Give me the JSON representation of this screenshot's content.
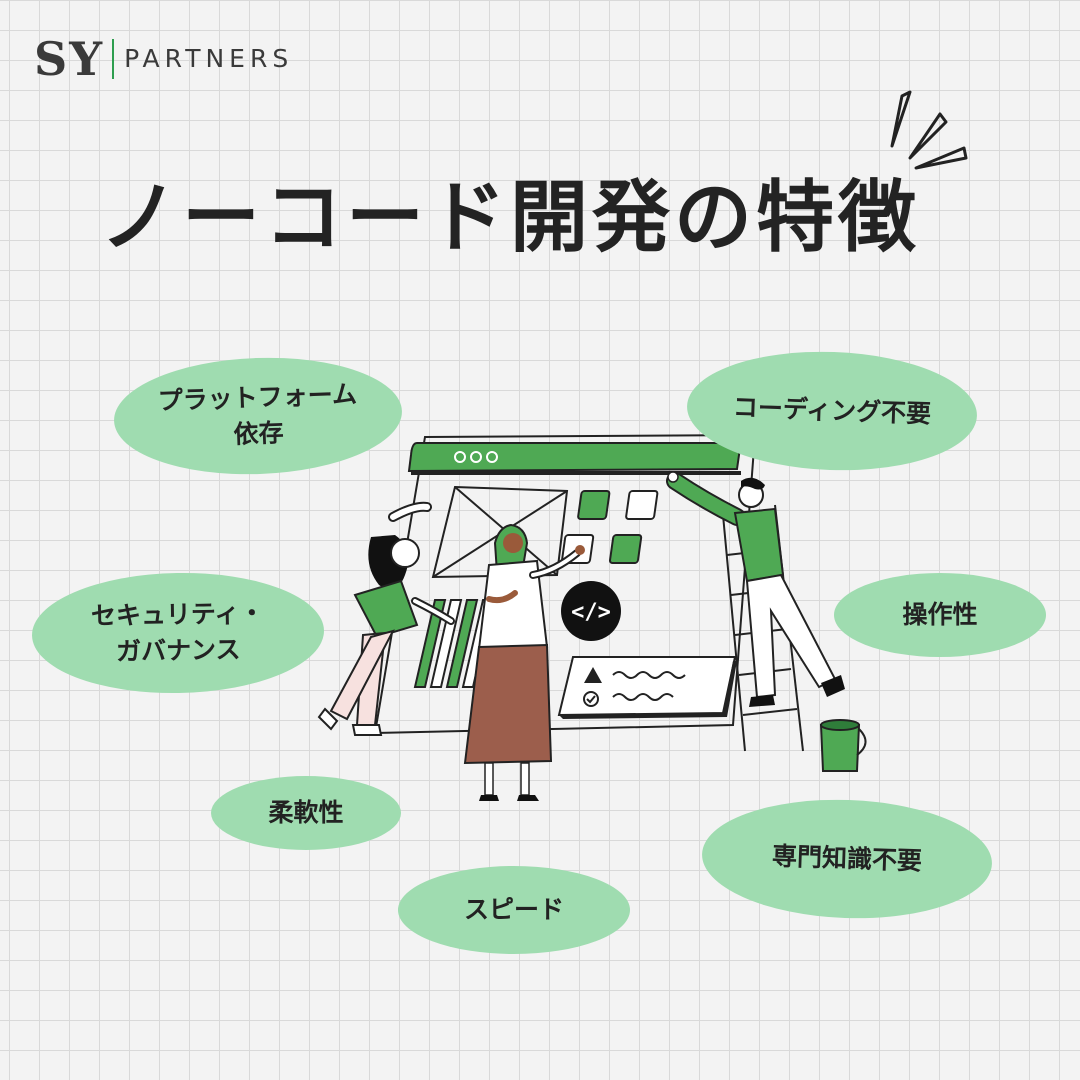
{
  "brand": {
    "mark": "SY",
    "name": "PARTNERS",
    "accent_color": "#2e9e4f"
  },
  "title": "ノーコード開発の特徴",
  "features": [
    {
      "label": "プラットフォーム\n依存"
    },
    {
      "label": "コーディング不要"
    },
    {
      "label": "セキュリティ・\nガバナンス"
    },
    {
      "label": "操作性"
    },
    {
      "label": "柔軟性"
    },
    {
      "label": "専門知識不要"
    },
    {
      "label": "スピード"
    }
  ],
  "illustration": {
    "code_symbol": "</>",
    "icons": [
      "warning-icon",
      "check-circle-icon",
      "code-icon",
      "paint-bucket-icon",
      "ladder-icon"
    ]
  },
  "colors": {
    "bubble": "#9fdcb0",
    "green": "#4fa954",
    "background": "#f3f3f3",
    "grid": "#d9d9d9",
    "text": "#232323"
  }
}
